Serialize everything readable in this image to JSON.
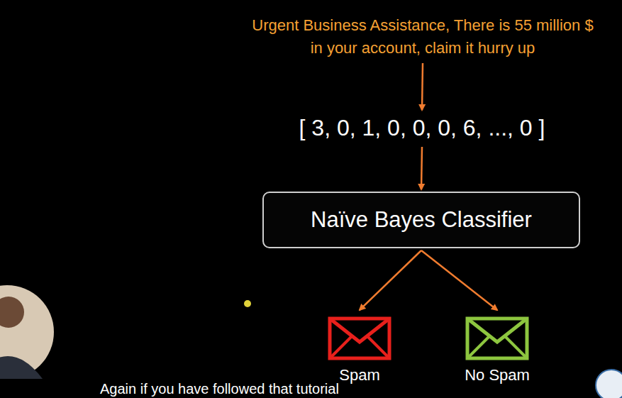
{
  "diagram": {
    "nodes": [
      {
        "text": [
          "Urgent Business Assistance, There is 55 million $ in your account, claim it hurry up"
        ]
      },
      {
        "text": [
          "[ 3, 0, 1, 0, 0, 0, 6, ..., 0 ]"
        ]
      },
      {
        "text": [
          "Naïve Bayes Classifier"
        ]
      },
      {
        "text": [
          "Spam"
        ]
      },
      {
        "text": [
          "No Spam"
        ]
      }
    ],
    "edges": [
      {
        "from": 0,
        "to": 1,
        "arrow": "to"
      },
      {
        "from": 1,
        "to": 2,
        "arrow": "to"
      },
      {
        "from": 2,
        "to": 3,
        "arrow": "to"
      },
      {
        "from": 2,
        "to": 4,
        "arrow": "to"
      }
    ],
    "labels": [
      "Again if you have followed that tutorial"
    ]
  }
}
